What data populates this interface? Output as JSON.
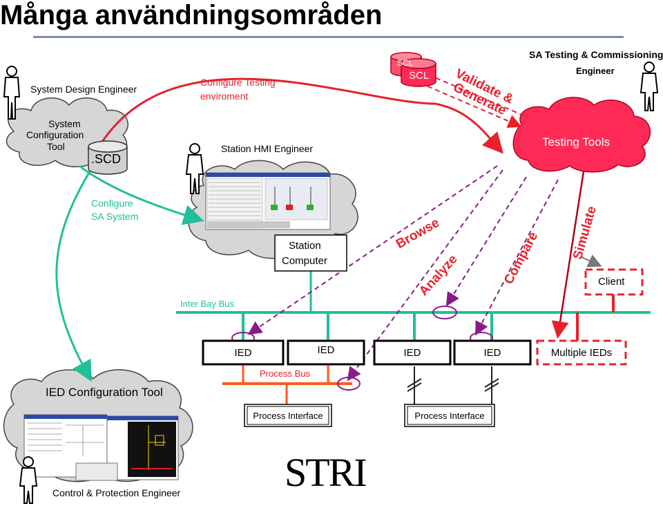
{
  "title": "Många användningsområden",
  "roles": {
    "system_design": "System Design Engineer",
    "sa_testing_line1": "SA Testing & Commissioning",
    "sa_testing_line2": "Engineer",
    "station_hmi": "Station HMI Engineer",
    "control_protection": "Control & Protection Engineer"
  },
  "clouds": {
    "system_config_line1": "System",
    "system_config_line2": "Configuration",
    "system_config_line3": "Tool",
    "testing_tools": "Testing Tools",
    "ied_config_tool": "IED Configuration Tool"
  },
  "files": {
    "scd": ".SCD",
    "scl_back": "SCL",
    "scl_front": "SCL"
  },
  "actions": {
    "configure_testing_line1": "Configure Testing",
    "configure_testing_line2": "enviroment",
    "configure_sa_line1": "Configure",
    "configure_sa_line2": "SA System",
    "validate_line1": "Validate &",
    "validate_line2": "Generate",
    "browse": "Browse",
    "analyze": "Analyze",
    "compare": "Compare",
    "simulate": "Simulate"
  },
  "network": {
    "station_computer_line1": "Station",
    "station_computer_line2": "Computer",
    "client": "Client",
    "inter_bay_bus": "Inter Bay Bus",
    "process_bus": "Process Bus",
    "ied_labels": [
      "IED",
      "IED",
      "IED",
      "IED"
    ],
    "multiple_ieds": "Multiple IEDs",
    "process_interface_1": "Process Interface",
    "process_interface_2": "Process Interface"
  },
  "logo": "STRI",
  "colors": {
    "red": "#e8202a",
    "teal": "#1fbf9a",
    "cloud_fill": "#d6d6d6",
    "cloud_pink": "#ff2a55",
    "dark_red": "#b0001a",
    "purple": "#8a1a8a"
  }
}
